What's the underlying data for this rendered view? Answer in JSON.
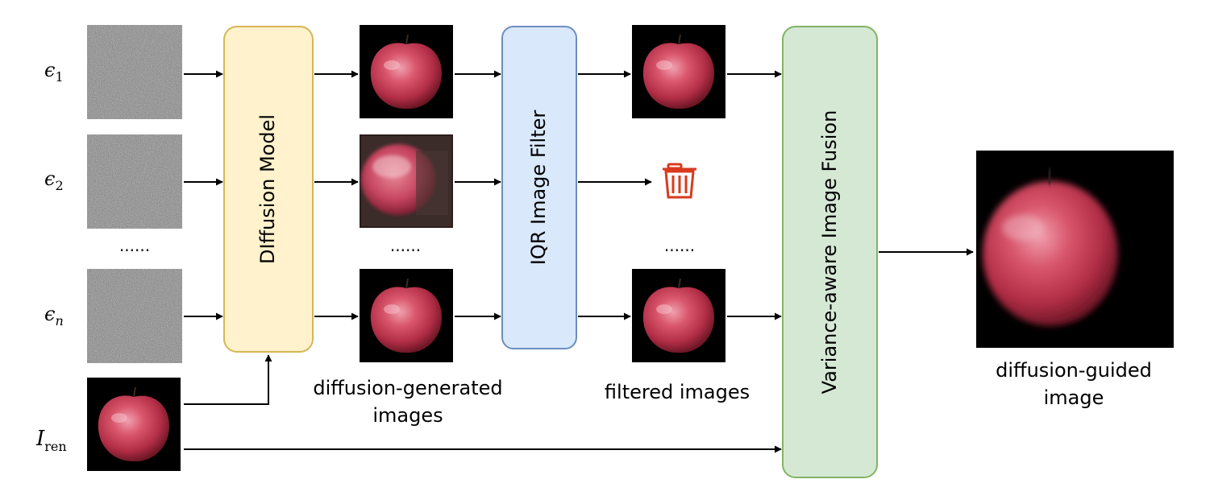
{
  "inputs": {
    "eps1": {
      "base": "ϵ",
      "sub": "1"
    },
    "eps2": {
      "base": "ϵ",
      "sub": "2"
    },
    "epsn": {
      "base": "ϵ",
      "sub": "n"
    },
    "iren": {
      "base": "I",
      "sub": "ren"
    },
    "ellipsis": "......"
  },
  "blocks": {
    "diffusion": "DIffusion Model",
    "iqr": "IQR Image Filter",
    "fusion": "Variance-aware Image Fusion"
  },
  "captions": {
    "generated_line1": "diffusion-generated",
    "generated_line2": "images",
    "filtered": "filtered images",
    "guided_line1": "diffusion-guided",
    "guided_line2": "image"
  },
  "colors": {
    "diffusion_fill": "#fff2cc",
    "diffusion_stroke": "#d6b656",
    "iqr_fill": "#dae8fc",
    "iqr_stroke": "#6c8ebf",
    "fusion_fill": "#d5e8d4",
    "fusion_stroke": "#82b366",
    "trash": "#d93a1f"
  },
  "icons": {
    "discard": "trash-icon"
  }
}
